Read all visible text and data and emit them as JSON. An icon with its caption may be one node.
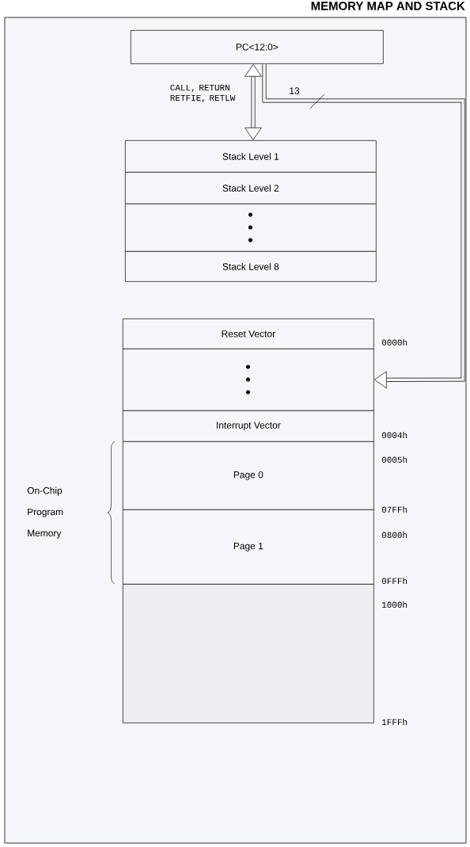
{
  "diagram": {
    "title": "MEMORY MAP AND STACK",
    "nodes": [
      {
        "text": [
          "PC<12:0>"
        ]
      },
      {
        "text": [
          "Stack Level 1"
        ]
      },
      {
        "text": [
          "Stack Level 2"
        ]
      },
      {
        "text": [],
        "shape": "box"
      },
      {
        "text": [
          "Stack Level 8"
        ]
      },
      {
        "text": [
          "Reset Vector"
        ],
        "beside": [
          "0000h"
        ]
      },
      {
        "text": [],
        "shape": "box"
      },
      {
        "text": [
          "Interrupt Vector"
        ],
        "beside": [
          "0004h"
        ]
      },
      {
        "text": [
          "Page 0"
        ],
        "beside": [
          "0005h",
          "07FFh"
        ]
      },
      {
        "text": [
          "Page 1"
        ],
        "beside": [
          "0800h",
          "0FFFh"
        ]
      },
      {
        "text": [],
        "shape": "box",
        "beside": [
          "1000h",
          "1FFFh"
        ]
      }
    ],
    "edges": [
      {
        "from": 0,
        "to": 1,
        "arrow": "both",
        "label": "CALL, RETURN RETFIE, RETLW"
      },
      {
        "from": 0,
        "to": 6,
        "arrow": "to",
        "label": "13"
      }
    ],
    "labels": [
      "On-Chip Program Memory"
    ]
  }
}
